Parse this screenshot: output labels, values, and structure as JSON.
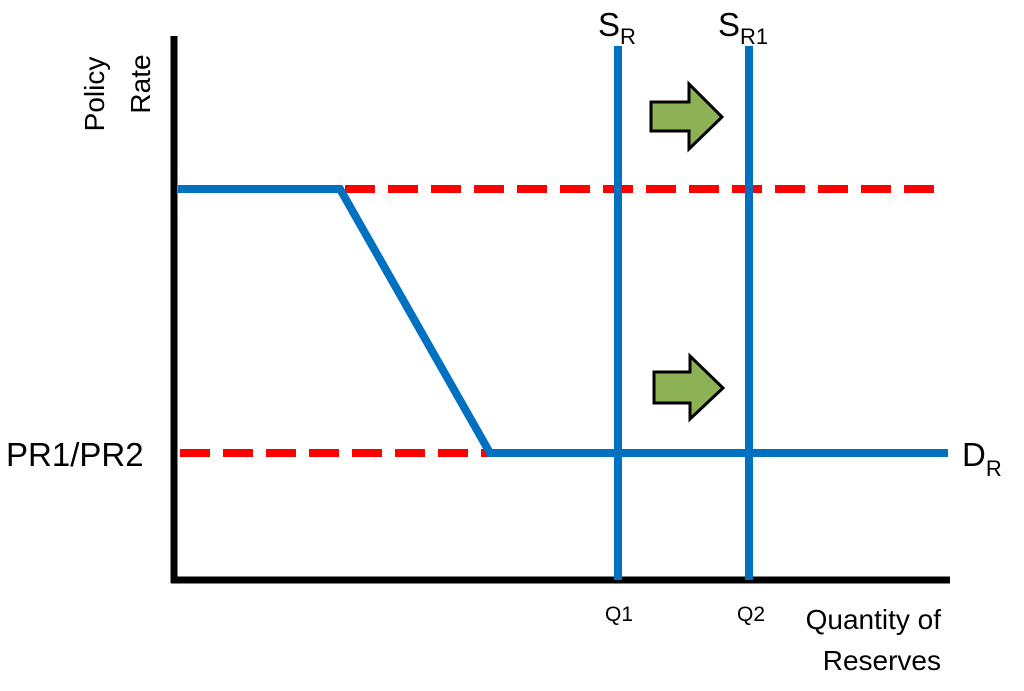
{
  "axes": {
    "y_label_line1": "Policy",
    "y_label_line2": "Rate",
    "x_label_line1": "Quantity of",
    "x_label_line2": "Reserves"
  },
  "rate_label": "PR1/PR2",
  "tick_labels": {
    "q1": "Q1",
    "q2": "Q2"
  },
  "supply_curves": [
    {
      "main": "S",
      "sub": "R"
    },
    {
      "main": "S",
      "sub": "R1"
    }
  ],
  "demand_curve": {
    "main": "D",
    "sub": "R"
  },
  "colors": {
    "curve": "#0070c0",
    "rate_dash": "#ff0000",
    "axis": "#000000",
    "arrow_fill": "#8db255",
    "arrow_stroke": "#000000"
  },
  "icons": [
    "right-arrow-icon",
    "right-arrow-icon"
  ]
}
